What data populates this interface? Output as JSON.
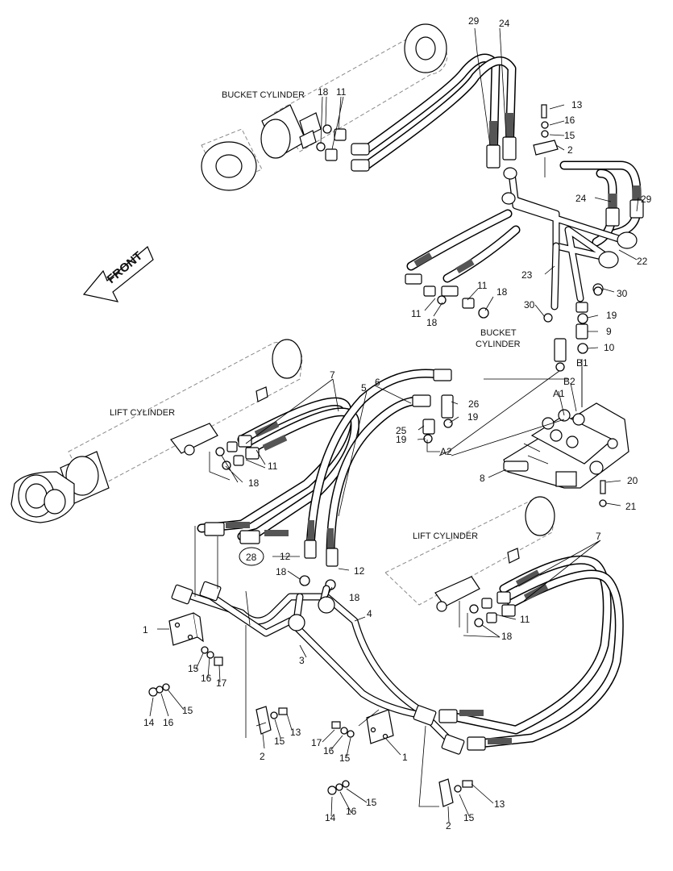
{
  "diagram": {
    "labels": {
      "bucket_cylinder_top": "BUCKET CYLINDER",
      "bucket_cylinder_mid": [
        "BUCKET",
        "CYLINDER"
      ],
      "lift_cylinder_left": "LIFT CYLINDER",
      "lift_cylinder_right": "LIFT CYLINDER",
      "front_arrow": "FRONT"
    },
    "port_labels": [
      "A1",
      "B1",
      "B2",
      "A2"
    ],
    "callouts": {
      "c29a": "29",
      "c24a": "24",
      "c13a": "13",
      "c16a": "16",
      "c15a": "15",
      "c2a": "2",
      "c18a": "18",
      "c11a": "11",
      "c24b": "24",
      "c29b": "29",
      "c22": "22",
      "c23": "23",
      "c30a": "30",
      "c11b": "11",
      "c18b": "18",
      "c11c": "11",
      "c18c": "18",
      "c30b": "30",
      "c19a": "19",
      "c9": "9",
      "c10": "10",
      "c7a": "7",
      "c5": "5",
      "c6": "6",
      "c26": "26",
      "c19b": "19",
      "c25": "25",
      "c19c": "19",
      "c11d": "11",
      "c18d": "18",
      "c8": "8",
      "c20": "20",
      "c21": "21",
      "c7b": "7",
      "c28": "28",
      "c12a": "12",
      "c12b": "12",
      "c18e": "18",
      "c18f": "18",
      "c4": "4",
      "c1a": "1",
      "c3": "3",
      "c11e": "11",
      "c18g": "18",
      "c15b": "15",
      "c16b": "16",
      "c17a": "17",
      "c14a": "14",
      "c16c": "16",
      "c15c": "15",
      "c13b": "13",
      "c15d": "15",
      "c2b": "2",
      "c17b": "17",
      "c16d": "16",
      "c15e": "15",
      "c1b": "1",
      "c14b": "14",
      "c16e": "16",
      "c15f": "15",
      "c13c": "13",
      "c15g": "15",
      "c2c": "2"
    }
  }
}
